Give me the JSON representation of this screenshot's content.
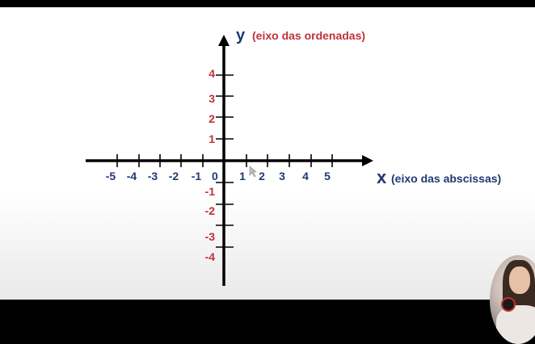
{
  "diagram": {
    "y_axis_letter": "y",
    "y_axis_caption": "(eixo das ordenadas)",
    "x_axis_letter": "x",
    "x_axis_caption": "(eixo das abscissas)",
    "origin_label": "0",
    "x_tick_labels": [
      "-5",
      "-4",
      "-3",
      "-2",
      "-1",
      "1",
      "2",
      "3",
      "4",
      "5"
    ],
    "y_tick_labels_positive": [
      "1",
      "2",
      "3",
      "4"
    ],
    "y_tick_labels_negative": [
      "-1",
      "-2",
      "-3",
      "-4"
    ],
    "colors": {
      "axis": "#000000",
      "x_labels": "#1f3a72",
      "y_labels": "#c0313a",
      "y_caption": "#c0313a",
      "x_caption": "#1f3a72"
    }
  },
  "overlay": {
    "webcam": "presenter-webcam-thumbnail"
  }
}
